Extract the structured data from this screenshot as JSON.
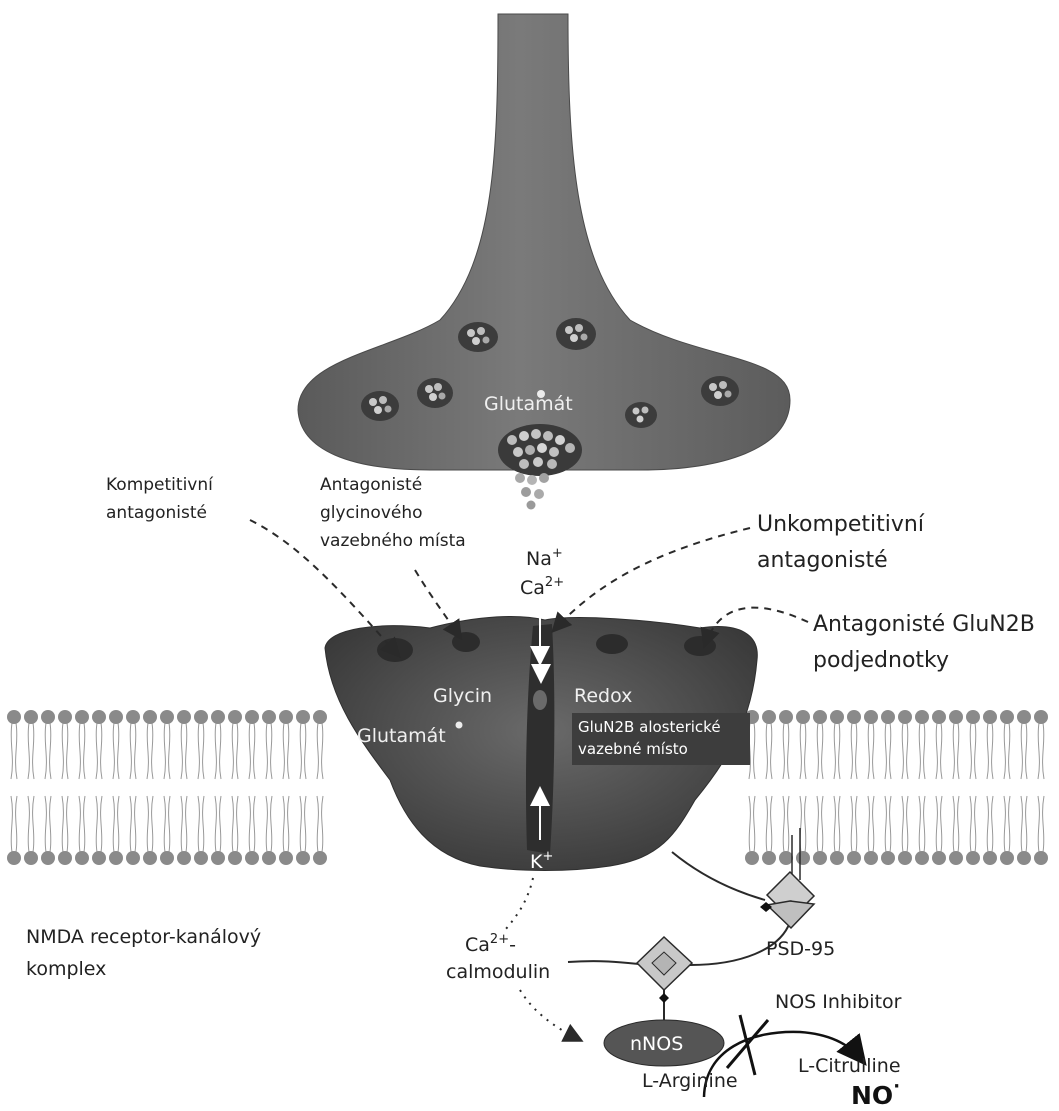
{
  "terminal": {
    "label": "Glutamát"
  },
  "receptor": {
    "label_glycin": "Glycin",
    "label_glutamate": "Glutamát",
    "label_redox": "Redox",
    "allosteric_site_line1": "GluN2B alosterické",
    "allosteric_site_line2": "vazebné místo"
  },
  "ions": {
    "na": "Na",
    "na_sup": "+",
    "ca": "Ca",
    "ca_sup": "2+",
    "k": "K",
    "k_sup": "+"
  },
  "annotations": {
    "competitive_line1": "Kompetitivní",
    "competitive_line2": "antagonisté",
    "glycine_site_line1": "Antagonisté",
    "glycine_site_line2": "glycinového",
    "glycine_site_line3": "vazebného místa",
    "uncompetitive_line1": "Unkompetitivní",
    "uncompetitive_line2": "antagonisté",
    "glun2b_line1": "Antagonisté GluN2B",
    "glun2b_line2": "podjednotky",
    "complex_line1": "NMDA receptor-kanálový",
    "complex_line2": "komplex"
  },
  "signaling": {
    "ca_calmodulin_line1": "Ca",
    "ca_calmodulin_sup": "2+",
    "ca_calmodulin_dash": "-",
    "ca_calmodulin_line2": "calmodulin",
    "psd95": "PSD-95",
    "nnos": "nNOS",
    "nos_inhibitor": "NOS Inhibitor",
    "l_arginine": "L-Arginine",
    "l_citrulline": "L-Citrulline",
    "no": "NO",
    "no_dot": "·"
  },
  "colors": {
    "terminal_fill": "#6e6e6e",
    "receptor_fill": "#4d4d4d",
    "membrane_head": "#8a8a8a",
    "label_box": "#3d3d3d"
  }
}
